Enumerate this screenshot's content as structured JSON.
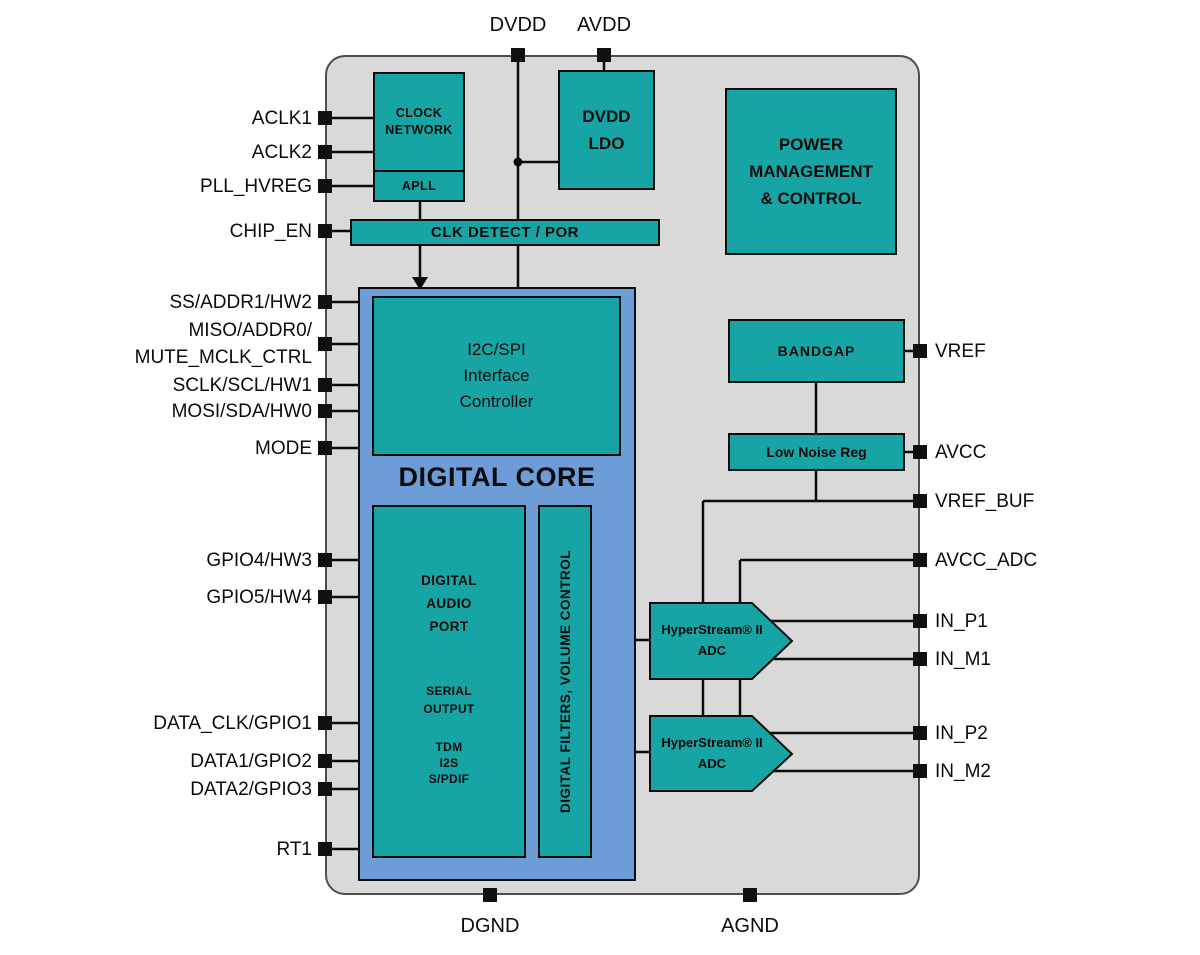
{
  "colors": {
    "block_teal": "#17a4a4",
    "digital_core_blue": "#6d9dd6",
    "chip_gray": "#d9d9d9",
    "line_black": "#0b0b0b"
  },
  "pins": {
    "top": [
      {
        "label": "DVDD"
      },
      {
        "label": "AVDD"
      }
    ],
    "bottom": [
      {
        "label": "DGND"
      },
      {
        "label": "AGND"
      }
    ],
    "left": [
      {
        "label": "ACLK1"
      },
      {
        "label": "ACLK2"
      },
      {
        "label": "PLL_HVREG"
      },
      {
        "label": "CHIP_EN"
      },
      {
        "label": "SS/ADDR1/HW2"
      },
      {
        "label": "MISO/ADDR0/\nMUTE_MCLK_CTRL"
      },
      {
        "label": "SCLK/SCL/HW1"
      },
      {
        "label": "MOSI/SDA/HW0"
      },
      {
        "label": "MODE"
      },
      {
        "label": "GPIO4/HW3"
      },
      {
        "label": "GPIO5/HW4"
      },
      {
        "label": "DATA_CLK/GPIO1"
      },
      {
        "label": "DATA1/GPIO2"
      },
      {
        "label": "DATA2/GPIO3"
      },
      {
        "label": "RT1"
      }
    ],
    "right": [
      {
        "label": "VREF"
      },
      {
        "label": "AVCC"
      },
      {
        "label": "VREF_BUF"
      },
      {
        "label": "AVCC_ADC"
      },
      {
        "label": "IN_P1"
      },
      {
        "label": "IN_M1"
      },
      {
        "label": "IN_P2"
      },
      {
        "label": "IN_M2"
      }
    ]
  },
  "blocks": {
    "clock_network": {
      "label": "CLOCK\nNETWORK"
    },
    "apll": {
      "label": "APLL"
    },
    "dvdd_ldo": {
      "label": "DVDD\nLDO"
    },
    "power_mgmt": {
      "label": "POWER\nMANAGEMENT\n& CONTROL"
    },
    "clk_detect_por": {
      "label": "CLK DETECT / POR"
    },
    "digital_core": {
      "label": "DIGITAL CORE"
    },
    "i2c_spi": {
      "label": "I2C/SPI\nInterface\nController"
    },
    "digital_audio_port": {
      "title": "DIGITAL\nAUDIO\nPORT",
      "mid": "SERIAL\nOUTPUT",
      "formats": "TDM\nI2S\nS/PDIF"
    },
    "digital_filters": {
      "label": "DIGITAL FILTERS, VOLUME CONTROL"
    },
    "bandgap": {
      "label": "BANDGAP"
    },
    "low_noise_reg": {
      "label": "Low Noise Reg"
    },
    "adc1": {
      "label": "HyperStream® II\nADC"
    },
    "adc2": {
      "label": "HyperStream® II\nADC"
    }
  }
}
